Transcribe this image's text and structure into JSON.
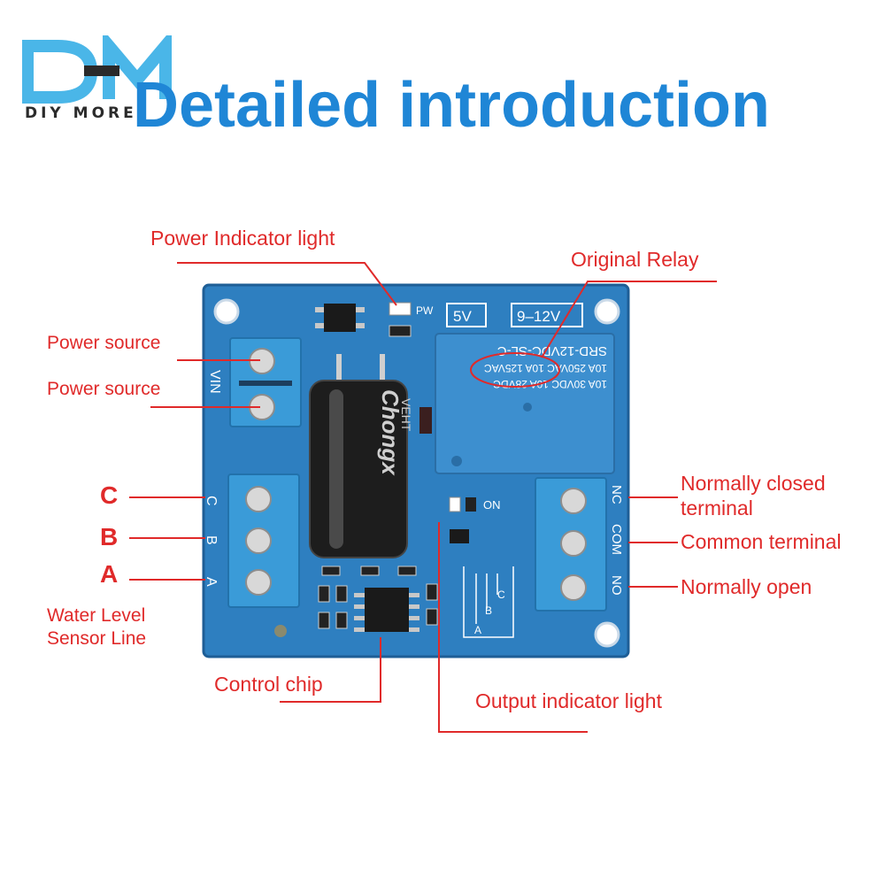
{
  "brand": {
    "logo_text": "DIY MORE"
  },
  "header": {
    "title": "Detailed introduction"
  },
  "colors": {
    "title": "#1f86d6",
    "annotation": "#e02a2a",
    "pcb": "#2e7fc0",
    "terminal": "#3a9bd8",
    "relay": "#3d8fcf"
  },
  "labels": {
    "power_indicator": "Power Indicator light",
    "original_relay": "Original Relay",
    "power_source_1": "Power source",
    "power_source_2": "Power source",
    "c": "C",
    "b": "B",
    "a": "A",
    "water_level_1": "Water Level",
    "water_level_2": "Sensor Line",
    "control_chip": "Control chip",
    "output_indicator": "Output indicator light",
    "normally_closed_1": "Normally closed",
    "normally_closed_2": "terminal",
    "common_terminal": "Common terminal",
    "normally_open": "Normally open"
  },
  "board": {
    "vin": "VIN",
    "pw": "PW",
    "v5": "5V",
    "v912": "9–12V",
    "relay_line1": "SRD-12VDC-SL-C",
    "relay_line2": "10A 250VAC  10A 125VAC",
    "relay_line3": "10A 30VDC  10A 28VDC",
    "cap_brand": "Chongx",
    "cap_text": "VEHT",
    "on": "ON",
    "pin_c": "C",
    "pin_b": "B",
    "pin_a": "A",
    "nc": "NC",
    "com": "COM",
    "no": "NO",
    "probe_a": "A",
    "probe_b": "B",
    "probe_c": "C"
  }
}
